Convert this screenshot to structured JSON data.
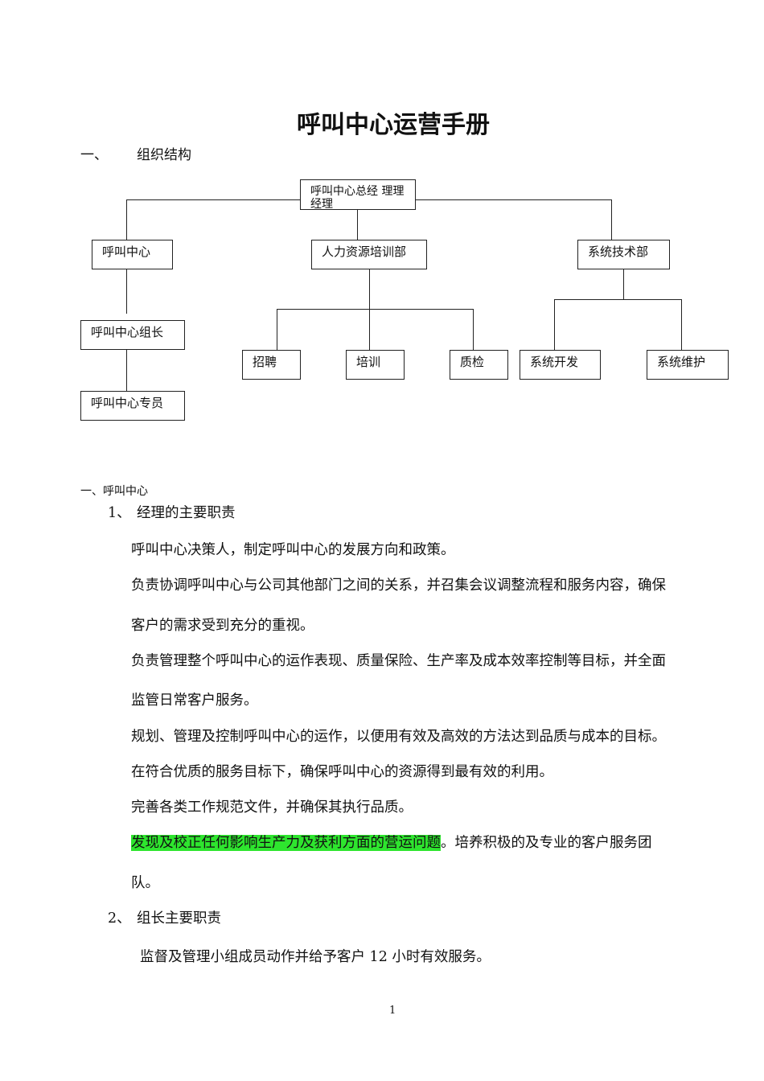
{
  "doc": {
    "title": "呼叫中心运营手册",
    "section1": {
      "num": "一、",
      "title": "组织结构"
    },
    "org_chart": {
      "root": "呼叫中心总经 理理经理",
      "departments": [
        "呼叫中心",
        "人力资源培训部",
        "系统技术部"
      ],
      "callcenter_roles": [
        "呼叫中心组长",
        "呼叫中心专员"
      ],
      "hr_units": [
        "招聘",
        "培训",
        "质检"
      ],
      "tech_units": [
        "系统开发",
        "系统维护"
      ]
    },
    "section2": {
      "title": "一、呼叫中心"
    },
    "sub1": {
      "num": "1、",
      "title": "经理的主要职责"
    },
    "manager_duties": {
      "p1": "呼叫中心决策人，制定呼叫中心的发展方向和政策。",
      "p2a": "负责协调呼叫中心与公司其他部门之间的关系，并召集会议调整流程和服务内容，确保",
      "p2b": "客户的需求受到充分的重视。",
      "p3a": "负责管理整个呼叫中心的运作表现、质量保险、生产率及成本效率控制等目标，并全面",
      "p3b": "监管日常客户服务。",
      "p4": "规划、管理及控制呼叫中心的运作，以便用有效及高效的方法达到品质与成本的目标。",
      "p5": "在符合优质的服务目标下，确保呼叫中心的资源得到最有效的利用。",
      "p6": "完善各类工作规范文件，并确保其执行品质。",
      "p7_highlight": "发现及校正任何影响生产力及获利方面的营运问题",
      "p7_rest": "。培养积极的及专业的客户服务团",
      "p7b": "队。"
    },
    "sub2": {
      "num": "2、",
      "title": "组长主要职责"
    },
    "leader_duties": {
      "p1": "监督及管理小组成员动作并给予客户 12 小时有效服务。"
    },
    "page_number": "1"
  },
  "colors": {
    "highlight": "#2ee52e",
    "line": "#222222"
  }
}
